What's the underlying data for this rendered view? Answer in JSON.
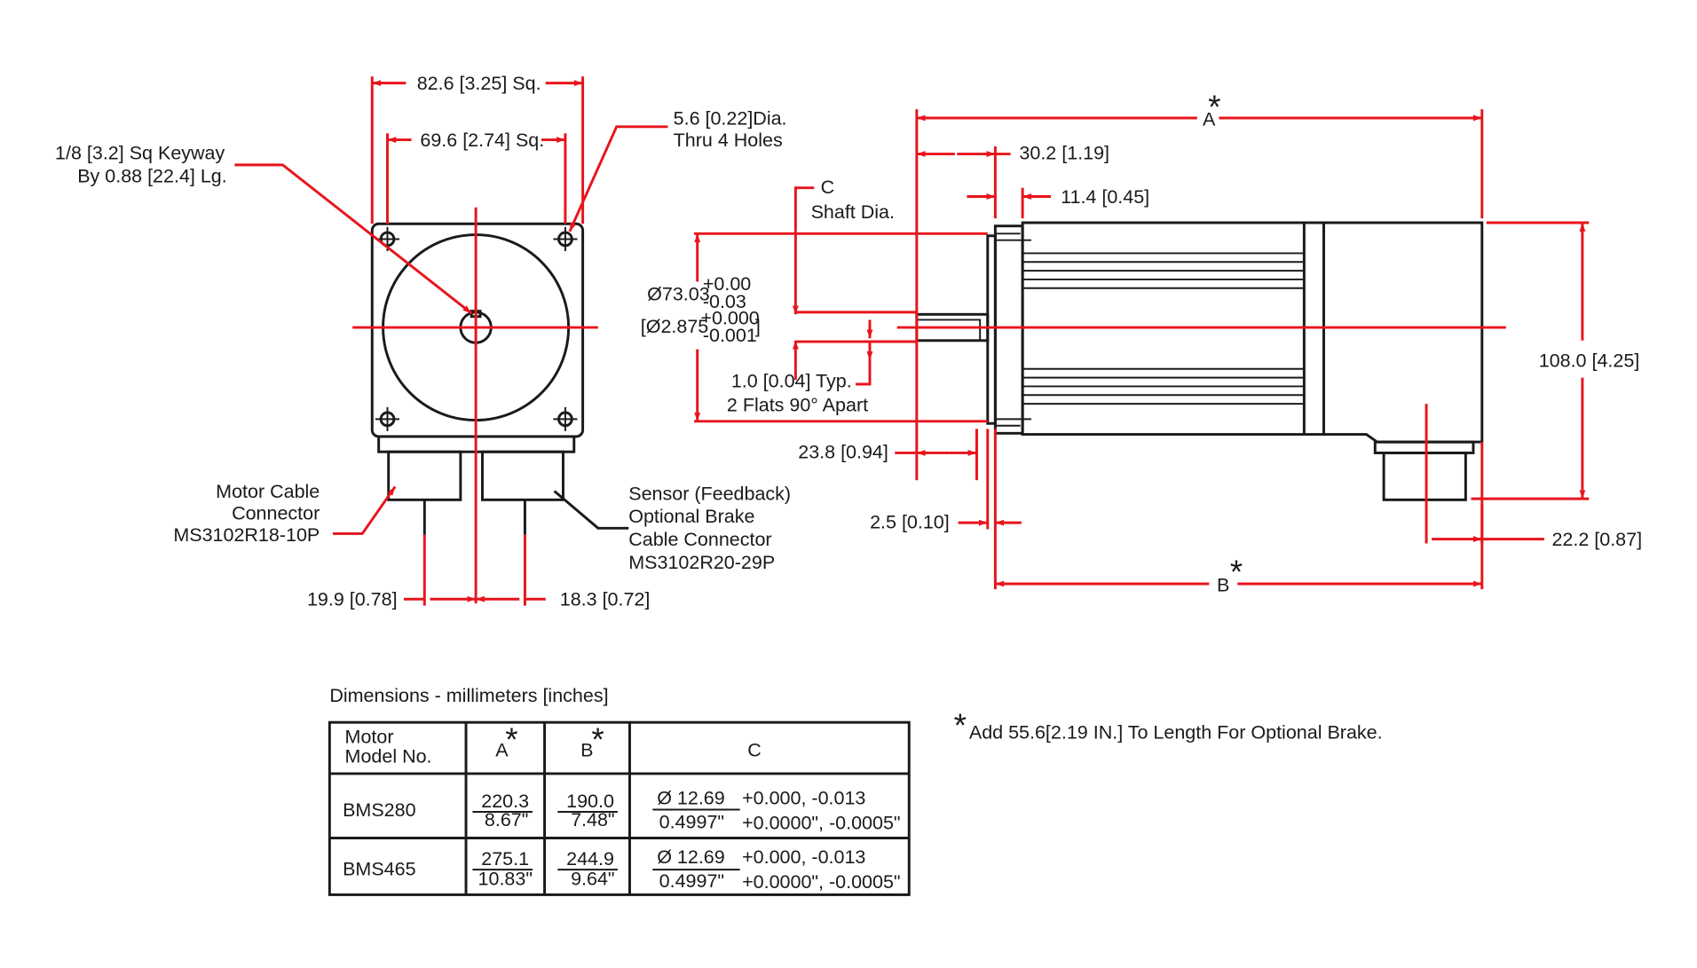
{
  "front_view": {
    "dim_outer_square": "82.6 [3.25] Sq.",
    "dim_bolt_square": "69.6 [2.74] Sq.",
    "hole_note_1": "5.6 [0.22]Dia.",
    "hole_note_2": "Thru 4 Holes",
    "keyway_note_1": "1/8 [3.2] Sq Keyway",
    "keyway_note_2": "By 0.88 [22.4] Lg.",
    "motor_conn_1": "Motor Cable",
    "motor_conn_2": "Connector",
    "motor_conn_3": "MS3102R18-10P",
    "sensor_conn_1": "Sensor (Feedback)",
    "sensor_conn_2": "Optional Brake",
    "sensor_conn_3": "Cable Connector",
    "sensor_conn_4": "MS3102R20-29P",
    "dim_left_conn": "19.9 [0.78]",
    "dim_right_conn": "18.3 [0.72]"
  },
  "side_view": {
    "dim_a_letter": "A",
    "asterisk": "*",
    "dim_30": "30.2 [1.19]",
    "dim_c_letter": "C",
    "shaft_dia": "Shaft Dia.",
    "dim_11": "11.4 [0.45]",
    "pilot_dia_1": "Ø73.03",
    "pilot_tol_top": "+0.00",
    "pilot_tol_bot": "-0.03",
    "pilot_in_open": "[Ø2.875",
    "pilot_in_tol_top": "+0.000",
    "pilot_in_tol_bot": "-0.001",
    "pilot_in_close": "]",
    "flats_1": "1.0 [0.04] Typ.",
    "flats_2": "2 Flats 90° Apart",
    "dim_23": "23.8 [0.94]",
    "dim_25": "2.5 [0.10]",
    "dim_108": "108.0 [4.25]",
    "dim_22": "22.2 [0.87]",
    "dim_b_letter": "B"
  },
  "table": {
    "caption": "Dimensions - millimeters [inches]",
    "header_model_1": "Motor",
    "header_model_2": "Model No.",
    "header_a": "A",
    "header_b": "B",
    "header_c": "C",
    "rows": [
      {
        "model": "BMS280",
        "a_mm": "220.3",
        "a_in": "8.67\"",
        "b_mm": "190.0",
        "b_in": "7.48\"",
        "c_mm": "Ø 12.69",
        "c_in": "0.4997\"",
        "c_tol_mm": "+0.000, -0.013",
        "c_tol_in": "+0.0000\", -0.0005\""
      },
      {
        "model": "BMS465",
        "a_mm": "275.1",
        "a_in": "10.83\"",
        "b_mm": "244.9",
        "b_in": "9.64\"",
        "c_mm": "Ø 12.69",
        "c_in": "0.4997\"",
        "c_tol_mm": "+0.000, -0.013",
        "c_tol_in": "+0.0000\", -0.0005\""
      }
    ]
  },
  "brake_note": "Add 55.6[2.19 IN.] To Length For Optional Brake.",
  "colors": {
    "dimension": "#e8141c",
    "outline": "#1a1a1a"
  }
}
